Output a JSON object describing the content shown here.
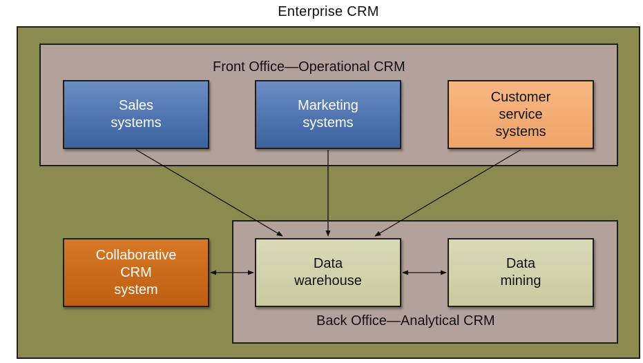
{
  "title": "Enterprise CRM",
  "front_office": {
    "label": "Front Office—Operational CRM",
    "boxes": [
      {
        "label": "Sales\nsystems",
        "color": "#4f74b0"
      },
      {
        "label": "Marketing\nsystems",
        "color": "#4f74b0"
      },
      {
        "label": "Customer\nservice\nsystems",
        "color": "#f0a468"
      }
    ]
  },
  "collaborative": {
    "label": "Collaborative\nCRM\nsystem",
    "color": "#bd5e12"
  },
  "back_office": {
    "label": "Back Office—Analytical CRM",
    "boxes": [
      {
        "label": "Data\nwarehouse",
        "color": "#c8cb9f"
      },
      {
        "label": "Data\nmining",
        "color": "#c8cb9f"
      }
    ]
  },
  "colors": {
    "outer_background": "#8c8b4f",
    "panel_background": "#b3a29b"
  },
  "connections": [
    {
      "from": "Sales systems",
      "to": "Data warehouse",
      "direction": "one-way"
    },
    {
      "from": "Marketing systems",
      "to": "Data warehouse",
      "direction": "one-way"
    },
    {
      "from": "Customer service systems",
      "to": "Data warehouse",
      "direction": "one-way"
    },
    {
      "from": "Collaborative CRM system",
      "to": "Data warehouse",
      "direction": "two-way"
    },
    {
      "from": "Data warehouse",
      "to": "Data mining",
      "direction": "two-way"
    }
  ]
}
